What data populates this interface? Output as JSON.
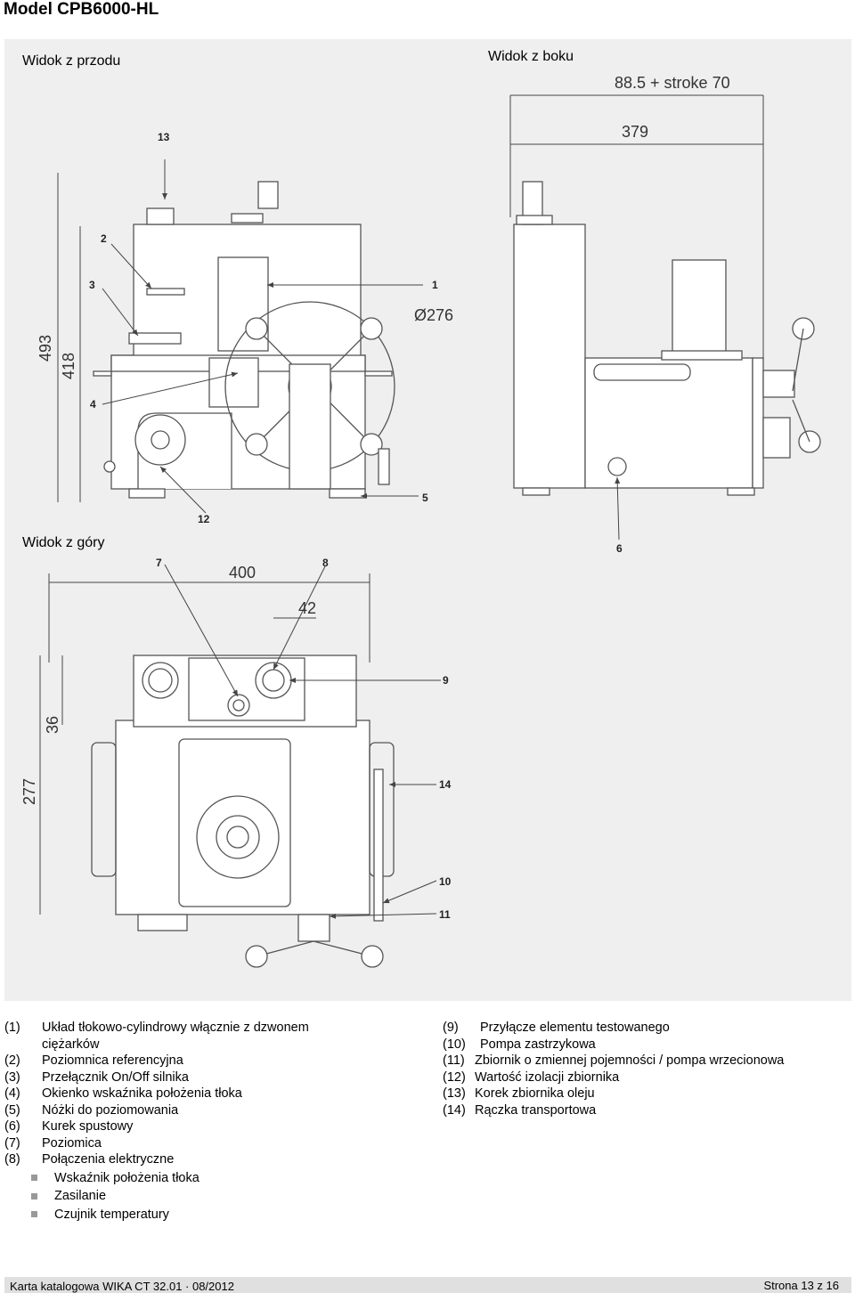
{
  "header": {
    "title": "Model CPB6000-HL"
  },
  "views": {
    "front": "Widok z przodu",
    "side": "Widok z boku",
    "top": "Widok z góry"
  },
  "dimensions": {
    "front_height_total": "493",
    "front_height_body": "418",
    "handwheel_diameter": "Ø276",
    "side_top_width": "88.5 + stroke 70",
    "side_width": "379",
    "top_width": "400",
    "top_offset": "42",
    "top_depth": "277",
    "top_small": "36"
  },
  "callouts": {
    "c1": "1",
    "c2": "2",
    "c3": "3",
    "c4": "4",
    "c5": "5",
    "c6": "6",
    "c7": "7",
    "c8": "8",
    "c9": "9",
    "c10": "10",
    "c11": "11",
    "c12": "12",
    "c13": "13",
    "c14": "14"
  },
  "legend_left": [
    {
      "num": "(1)",
      "text": "Układ tłokowo-cylindrowy włącznie z dzwonem",
      "cont": "ciężarków"
    },
    {
      "num": "(2)",
      "text": "Poziomnica referencyjna"
    },
    {
      "num": "(3)",
      "text": "Przełącznik On/Off silnika"
    },
    {
      "num": "(4)",
      "text": "Okienko wskaźnika położenia tłoka"
    },
    {
      "num": "(5)",
      "text": "Nóżki do poziomowania"
    },
    {
      "num": "(6)",
      "text": "Kurek spustowy"
    },
    {
      "num": "(7)",
      "text": "Poziomica"
    },
    {
      "num": "(8)",
      "text": "Połączenia elektryczne"
    }
  ],
  "legend_sub": [
    "Wskaźnik położenia tłoka",
    "Zasilanie",
    "Czujnik temperatury"
  ],
  "legend_right": [
    {
      "num": "(9)",
      "text": "Przyłącze elementu testowanego"
    },
    {
      "num": "(10)",
      "text": "Pompa zastrzykowa"
    },
    {
      "num": "(11)",
      "text": "Zbiornik o zmiennej pojemności / pompa wrzecionowa"
    },
    {
      "num": "(12)",
      "text": "Wartość izolacji zbiornika"
    },
    {
      "num": "(13)",
      "text": "Korek zbiornika oleju"
    },
    {
      "num": "(14)",
      "text": "Rączka transportowa"
    }
  ],
  "footer": {
    "left": "Karta katalogowa WIKA CT 32.01 · 08/2012",
    "right": "Strona 13 z 16"
  }
}
